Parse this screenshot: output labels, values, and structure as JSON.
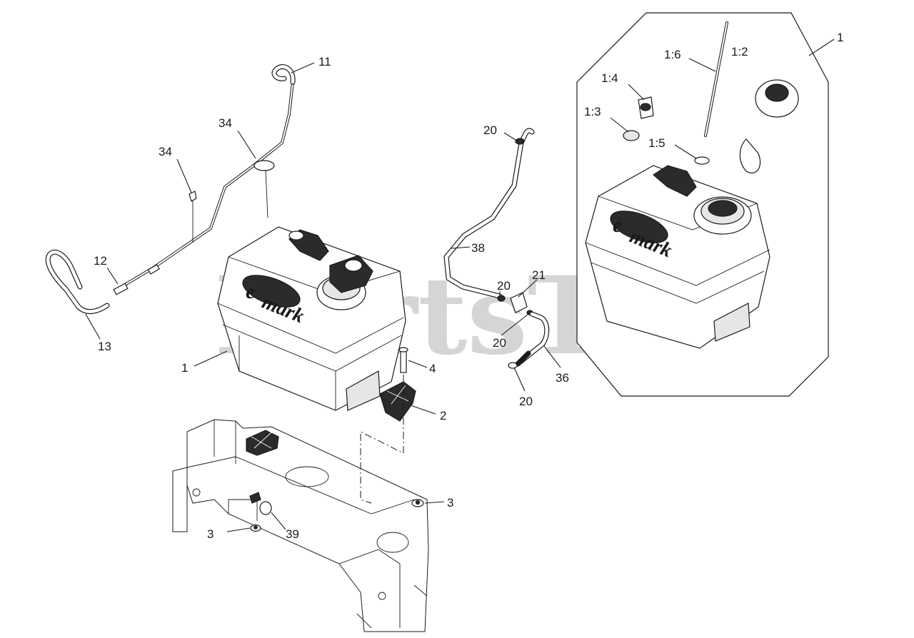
{
  "watermark": "PartsTree",
  "brand": {
    "mark": "e",
    "text": "mark"
  },
  "callouts": [
    {
      "id": "11",
      "text": "11"
    },
    {
      "id": "34a",
      "text": "34"
    },
    {
      "id": "34b",
      "text": "34"
    },
    {
      "id": "12",
      "text": "12"
    },
    {
      "id": "13",
      "text": "13"
    },
    {
      "id": "1a",
      "text": "1"
    },
    {
      "id": "4",
      "text": "4"
    },
    {
      "id": "2",
      "text": "2"
    },
    {
      "id": "3a",
      "text": "3"
    },
    {
      "id": "3b",
      "text": "3"
    },
    {
      "id": "39",
      "text": "39"
    },
    {
      "id": "20a",
      "text": "20"
    },
    {
      "id": "38",
      "text": "38"
    },
    {
      "id": "20b",
      "text": "20"
    },
    {
      "id": "21",
      "text": "21"
    },
    {
      "id": "20c",
      "text": "20"
    },
    {
      "id": "36",
      "text": "36"
    },
    {
      "id": "20d",
      "text": "20"
    },
    {
      "id": "1b",
      "text": "1"
    },
    {
      "id": "1-6",
      "text": "1:6"
    },
    {
      "id": "1-2",
      "text": "1:2"
    },
    {
      "id": "1-4",
      "text": "1:4"
    },
    {
      "id": "1-3",
      "text": "1:3"
    },
    {
      "id": "1-5",
      "text": "1:5"
    }
  ]
}
